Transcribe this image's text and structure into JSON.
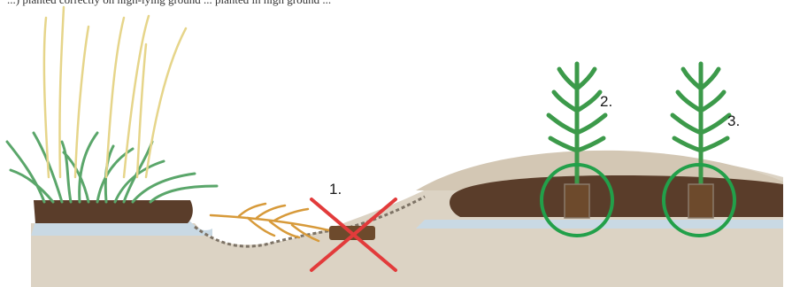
{
  "caption_fragment": "...) planted correctly on high-lying ground ... planted in high ground ...",
  "markers": {
    "one": "1.",
    "two": "2.",
    "three": "3."
  },
  "colors": {
    "soil_surface": "#d9cfbf",
    "peat_dark": "#5a3d2a",
    "water": "#cfdce6",
    "grass": "#5aa66a",
    "seed_heads": "#e6d58a",
    "seedling": "#3c9a4a",
    "dead_seedling": "#d79a3a",
    "cross": "#e23b3b",
    "circle": "#22a04a"
  }
}
